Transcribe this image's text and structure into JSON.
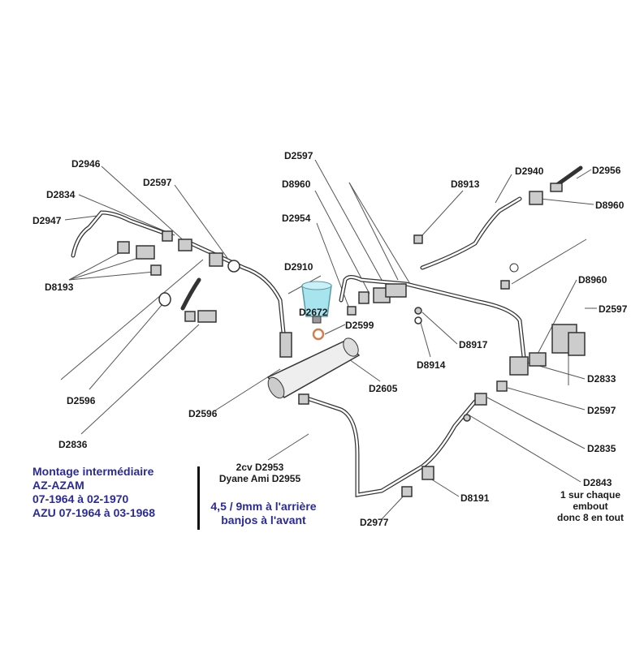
{
  "labels": {
    "d2946": "D2946",
    "d2597_a": "D2597",
    "d2834": "D2834",
    "d2947": "D2947",
    "d8193": "D8193",
    "d2596_a": "D2596",
    "d2836": "D2836",
    "d2597_b": "D2597",
    "d8960_a": "D8960",
    "d2954": "D2954",
    "d2910": "D2910",
    "d2672": "D2672",
    "d2599": "D2599",
    "d2605": "D2605",
    "d2596_b": "D2596",
    "d8913": "D8913",
    "d2940": "D2940",
    "d2956": "D2956",
    "d8960_b": "D8960",
    "d8960_c": "D8960",
    "d2597_c": "D2597",
    "d8917": "D8917",
    "d8914": "D8914",
    "d2833": "D2833",
    "d2597_d": "D2597",
    "d2835": "D2835",
    "d2843": "D2843",
    "d8191": "D8191",
    "d2977": "D2977"
  },
  "notes": {
    "d2843_note": [
      "1 sur chaque",
      "embout",
      "donc 8 en tout"
    ],
    "pipe_variants": [
      "2cv D2953",
      "Dyane Ami D2955"
    ],
    "pipe_spec": [
      "4,5 / 9mm à l'arrière",
      "banjos à l'avant"
    ]
  },
  "caption": {
    "lines": [
      "Montage intermédiaire",
      "AZ-AZAM",
      "07-1964 à 02-1970",
      "AZU  07-1964 à 03-1968"
    ]
  },
  "colors": {
    "caption_blue": "#2a2a9a",
    "reservoir": "#a8e4ee",
    "seal": "#d08050"
  }
}
